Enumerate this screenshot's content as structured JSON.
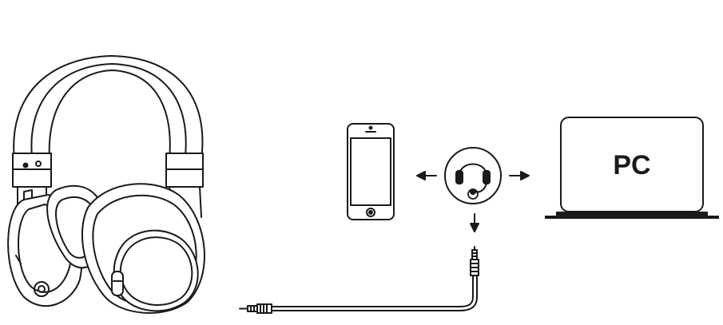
{
  "diagram": {
    "pc_label": "PC",
    "icons": {
      "headphones": "over-ear-headphones-icon",
      "phone": "smartphone-icon",
      "headset": "headset-icon",
      "laptop": "laptop-icon",
      "cable": "audio-cable-icon"
    },
    "arrows": [
      "left",
      "right",
      "down"
    ],
    "colors": {
      "line": "#1a1a1a",
      "fill": "#ffffff"
    }
  }
}
